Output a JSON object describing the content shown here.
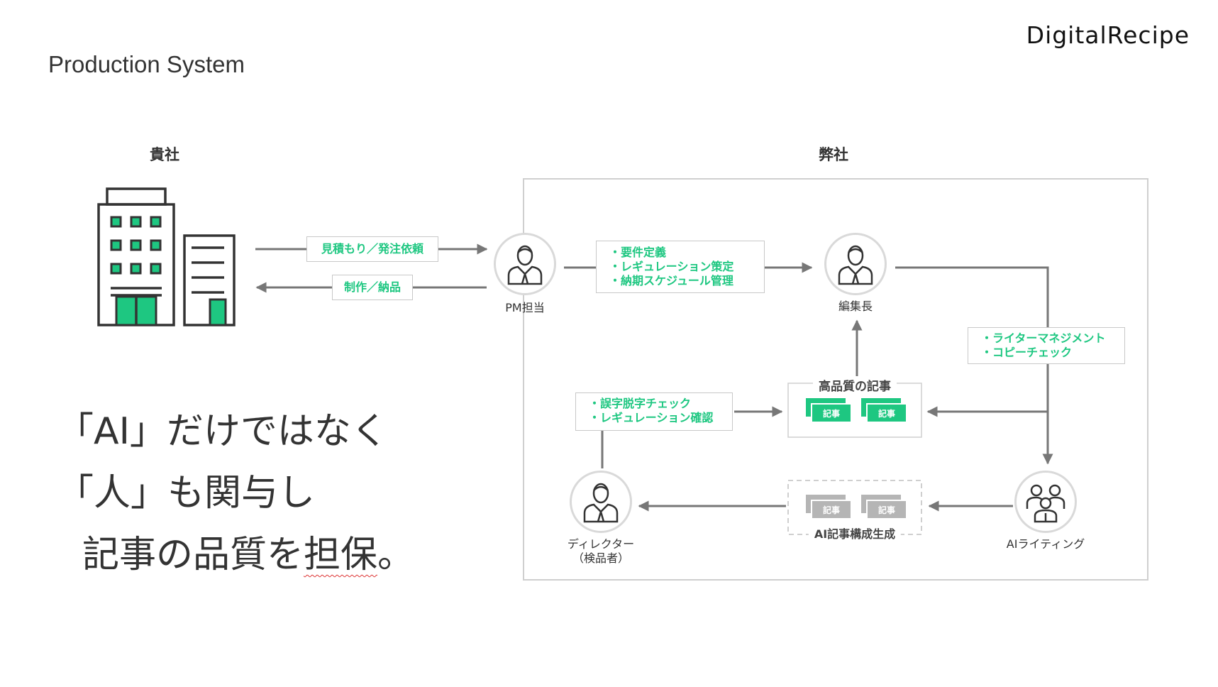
{
  "slide": {
    "title": "Production System",
    "brand": "DigitalRecipe"
  },
  "left_side": {
    "label": "貴社"
  },
  "right_side": {
    "label": "弊社"
  },
  "arrows": {
    "order_request": "見積もり／発注依頼",
    "delivery": "制作／納品"
  },
  "nodes": {
    "pm": "PM担当",
    "editor_in_chief": "編集長",
    "ai_writing": "AIライティング",
    "director_line1": "ディレクター",
    "director_line2": "（検品者）"
  },
  "boxes": {
    "pm_tasks": [
      "・要件定義",
      "・レギュレーション策定",
      "・納期スケジュール管理"
    ],
    "editor_tasks": [
      "・ライターマネジメント",
      "・コピーチェック"
    ],
    "director_tasks": [
      "・誤字脱字チェック",
      "・レギュレーション確認"
    ]
  },
  "documents": {
    "high_quality_title": "高品質の記事",
    "ai_generated_title": "AI記事構成生成",
    "article_tag": "記事"
  },
  "headline": {
    "line1": "「AI」だけではなく",
    "line2": "「人」も関与し",
    "line3_part1": "記事の品質を",
    "line3_underlined": "担保",
    "line3_part2": "。"
  },
  "colors": {
    "accent": "#1ec781",
    "gray_tag": "#b5b5b5",
    "arrow": "#777777"
  }
}
